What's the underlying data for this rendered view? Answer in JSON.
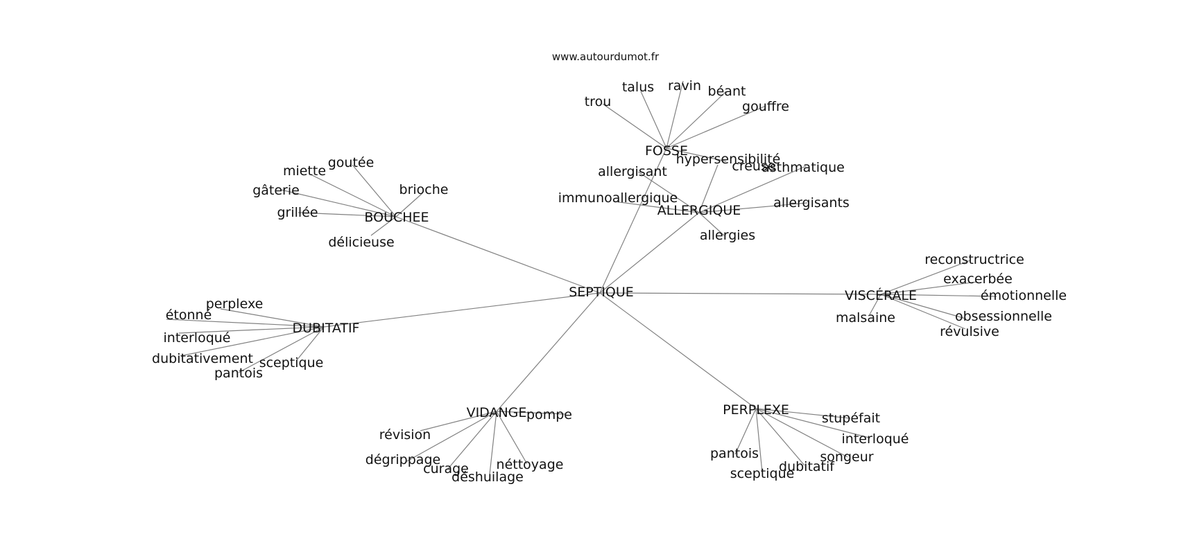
{
  "site": "www.autourdumot.fr",
  "center": "SEPTIQUE",
  "groups": [
    {
      "hub": "FOSSE",
      "words": [
        "trou",
        "talus",
        "ravin",
        "béant",
        "gouffre",
        "creuse"
      ]
    },
    {
      "hub": "ALLERGIQUE",
      "words": [
        "allergisant",
        "hypersensibilité",
        "asthmatique",
        "immunoallergique",
        "allergisants",
        "allergies"
      ]
    },
    {
      "hub": "BOUCHEE",
      "words": [
        "miette",
        "goutée",
        "gâterie",
        "brioche",
        "grillée",
        "délicieuse"
      ]
    },
    {
      "hub": "VISCÉRALE",
      "words": [
        "reconstructrice",
        "exacerbée",
        "émotionnelle",
        "malsaine",
        "obsessionnelle",
        "révulsive"
      ]
    },
    {
      "hub": "DUBITATIF",
      "words": [
        "perplexe",
        "étonné",
        "interloqué",
        "dubitativement",
        "sceptique",
        "pantois"
      ]
    },
    {
      "hub": "VIDANGE",
      "words": [
        "pompe",
        "révision",
        "dégrippage",
        "curage",
        "déshuilage",
        "néttoyage"
      ]
    },
    {
      "hub": "PERPLEXE",
      "words": [
        "stupéfait",
        "interloqué",
        "songeur",
        "pantois",
        "sceptique",
        "dubitatif"
      ]
    }
  ]
}
